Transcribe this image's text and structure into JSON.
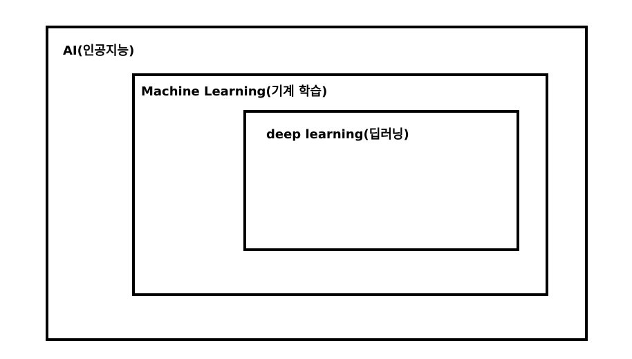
{
  "diagram": {
    "outer": {
      "label": "AI(인공지능)"
    },
    "middle": {
      "label": "Machine Learning(기계 학습)"
    },
    "inner": {
      "label": "deep learning(딥러닝)"
    },
    "colors": {
      "border": "#000000",
      "background": "#ffffff",
      "text": "#000000"
    }
  }
}
